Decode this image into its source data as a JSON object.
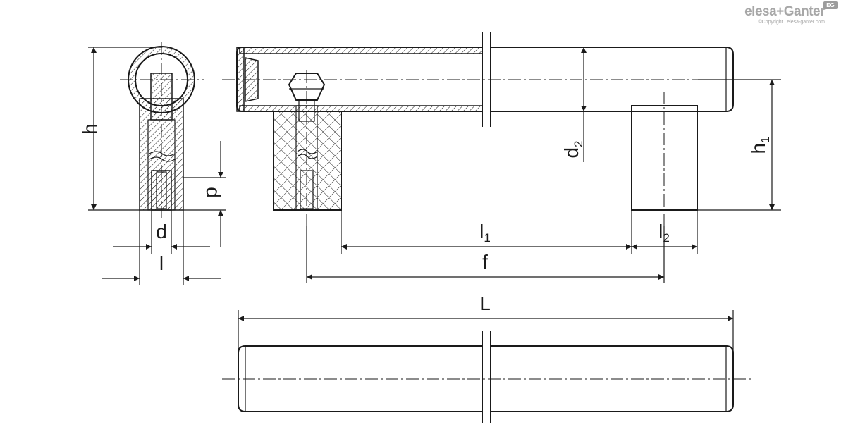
{
  "logo": {
    "name": "elesa+Ganter",
    "copyright": "©Copyright | elesa-ganter.com",
    "badge": "EG"
  },
  "dimensions": {
    "h": "h",
    "d": "d",
    "l": "l",
    "p": "p",
    "d2": "d",
    "d2_sub": "2",
    "h1": "h",
    "h1_sub": "1",
    "l1": "l",
    "l1_sub": "1",
    "l2": "l",
    "l2_sub": "2",
    "f": "f",
    "L": "L"
  }
}
